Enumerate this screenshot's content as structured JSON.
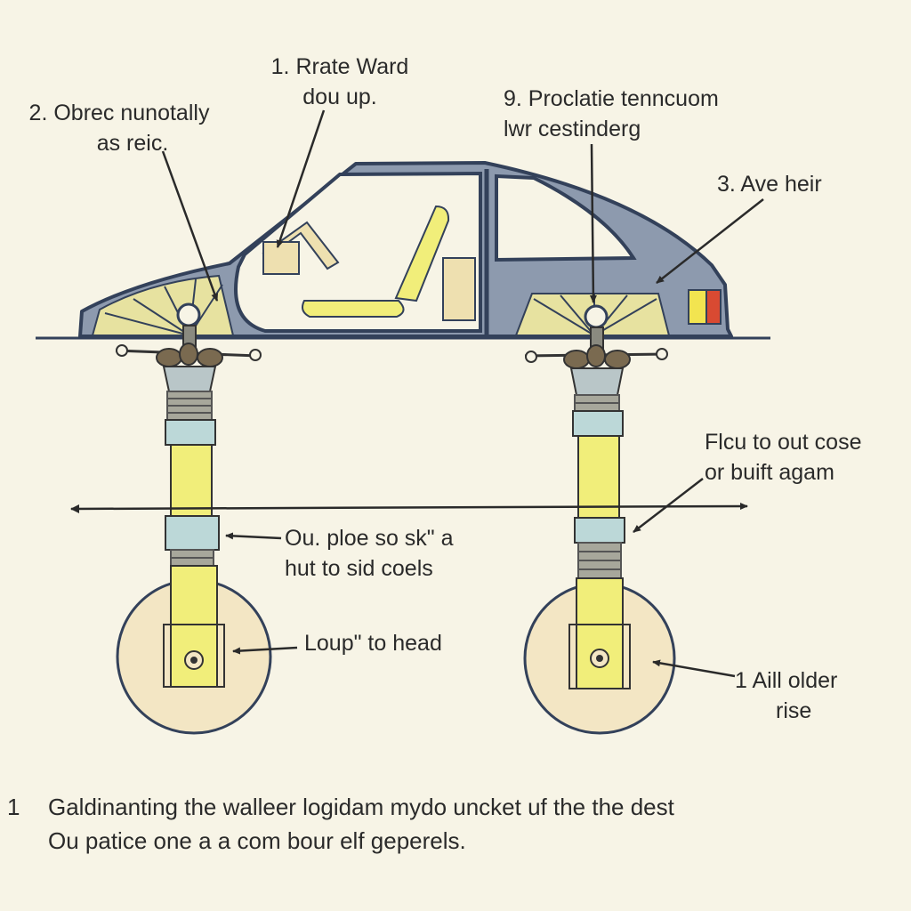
{
  "colors": {
    "background": "#f7f4e6",
    "body": "#8d9aae",
    "outline": "#33415a",
    "strut": "#f1ee7a",
    "collar": "#bcd8d8",
    "spring": "#8a8a80",
    "wheel": "#f3e6c4",
    "fan": "#e7e2a0",
    "taillight_red": "#d94a32",
    "taillight_yellow": "#f2e450"
  },
  "icons": {
    "left_spring_mount": "spring-mount-icon",
    "right_spring_mount": "spring-mount-icon",
    "wheel_hub": "wheel-hub-icon"
  },
  "labels": {
    "label_1_top": {
      "line1": "1.  Rrate Ward",
      "line2": "dou  up."
    },
    "label_2": {
      "line1": "2.  Obrec nunotally",
      "line2": "as reic."
    },
    "label_9": {
      "line1": "9.  Proclatie tenncuom",
      "line2": "lwr cestinderg"
    },
    "label_3": {
      "line1": "3.  Ave heir"
    },
    "label_flcu": {
      "line1": "Flcu to out cose",
      "line2": "or buift agam"
    },
    "label_oup": {
      "line1": "Ou. ploe so sk\"  a",
      "line2": "hut to  sid coels"
    },
    "label_loup": {
      "line1": "Loup\" to head"
    },
    "label_aill": {
      "line1": "1   Aill older",
      "line2": "rise"
    }
  },
  "caption": {
    "number": "1",
    "line1": "Galdinanting the walleer  logidam  mydo  uncket  uf  the  the  dest",
    "line2": "Ou  patice  one  a  a  com  bour  elf  geperels."
  }
}
